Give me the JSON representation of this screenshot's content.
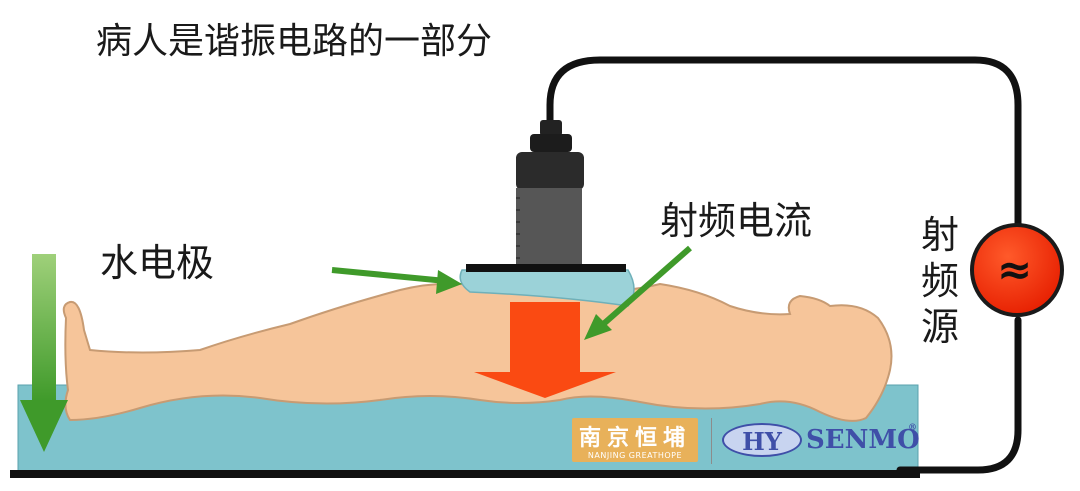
{
  "title": "病人是谐振电路的一部分",
  "labels": {
    "water_electrode": "水电极",
    "rf_current": "射频电流",
    "rf_source": "射频源"
  },
  "source_symbol": "≈",
  "logos": {
    "greathope_cn": "南京恒埔",
    "greathope_en": "NANJING GREATHOPE",
    "senmo_hy": "HY",
    "senmo_name": "SENMO",
    "senmo_reg": "®"
  },
  "colors": {
    "water": "#7ec3cc",
    "body": "#f6c59a",
    "body_outline": "#c79b73",
    "green_arrow": "#3f9a2a",
    "red_arrow": "#fa4a12",
    "source_fill": "#ff2a00",
    "wire": "#111111"
  }
}
